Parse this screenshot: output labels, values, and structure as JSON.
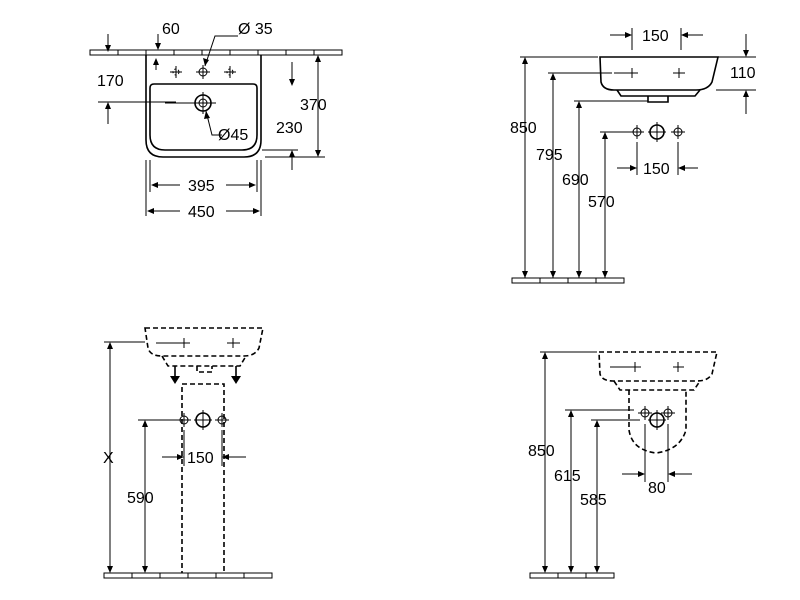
{
  "drawing": {
    "top_view": {
      "dim_width_total": "450",
      "dim_width_inner": "395",
      "dim_tap_offset": "60",
      "dim_tap_hole": "Ø 35",
      "dim_waste_hole": "Ø45",
      "dim_depth_tap": "170",
      "dim_depth_total": "370",
      "dim_depth_bowl": "230"
    },
    "side_view": {
      "dim_tap_spacing_top": "150",
      "dim_basin_height": "110",
      "dim_rim_height": "850",
      "dim_tap_height": "795",
      "dim_waste_height": "690",
      "dim_supply_height": "570",
      "dim_supply_spacing": "150"
    },
    "pedestal_view": {
      "dim_mount_height": "X",
      "dim_supply_height": "590",
      "dim_supply_spacing": "150"
    },
    "semi_pedestal_view": {
      "dim_rim_height": "850",
      "dim_waste_height": "615",
      "dim_supply_height": "585",
      "dim_supply_spacing": "80"
    }
  }
}
